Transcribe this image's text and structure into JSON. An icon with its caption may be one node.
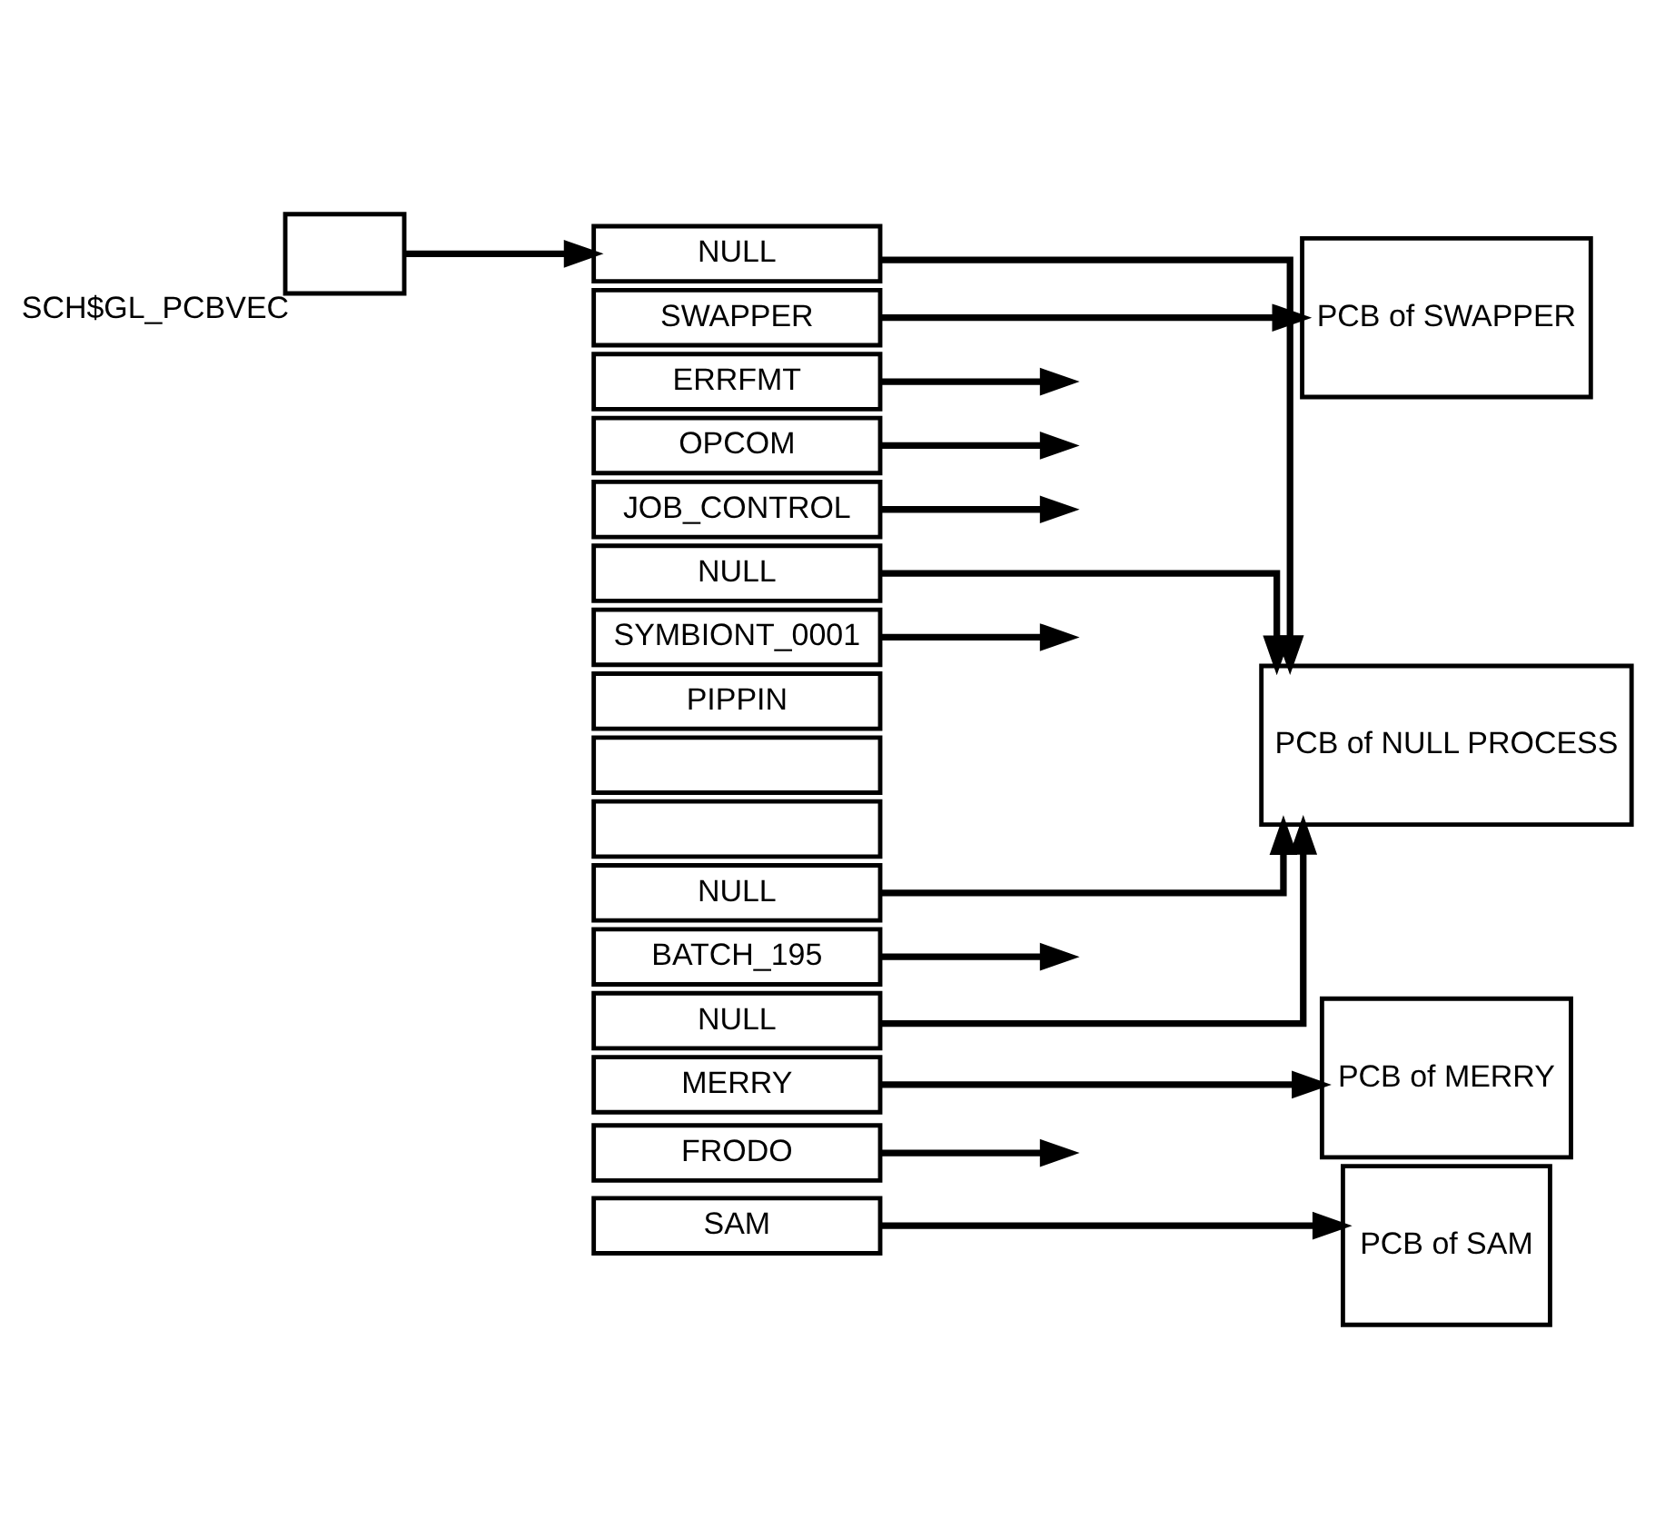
{
  "diagram": {
    "nodes": [
      {
        "text": [],
        "shape": "box",
        "beside": [
          "SCH$GL_PCBVEC"
        ]
      },
      {
        "text": [
          "NULL"
        ]
      },
      {
        "text": [
          "SWAPPER"
        ]
      },
      {
        "text": [
          "ERRFMT"
        ]
      },
      {
        "text": [
          "OPCOM"
        ]
      },
      {
        "text": [
          "JOB_CONTROL"
        ]
      },
      {
        "text": [
          "NULL"
        ]
      },
      {
        "text": [
          "SYMBIONT_0001"
        ]
      },
      {
        "text": [
          "PIPPIN"
        ]
      },
      {
        "text": [],
        "shape": "box"
      },
      {
        "text": [],
        "shape": "box"
      },
      {
        "text": [
          "NULL"
        ]
      },
      {
        "text": [
          "BATCH_195"
        ]
      },
      {
        "text": [
          "NULL"
        ]
      },
      {
        "text": [
          "MERRY"
        ]
      },
      {
        "text": [
          "FRODO"
        ]
      },
      {
        "text": [
          "SAM"
        ]
      },
      {
        "text": [
          "PCB of NULL PROCESS"
        ]
      },
      {
        "text": [
          "PCB of SWAPPER"
        ]
      },
      {
        "text": [
          "PCB of MERRY"
        ]
      },
      {
        "text": [
          "PCB of SAM"
        ]
      }
    ],
    "edges": [
      {
        "from": 0,
        "to": 1,
        "arrow": "to"
      },
      {
        "from": 1,
        "to": 17,
        "arrow": "to"
      },
      {
        "from": 2,
        "to": 18,
        "arrow": "to"
      },
      {
        "from": 3,
        "to": null,
        "arrow": "to"
      },
      {
        "from": 4,
        "to": null,
        "arrow": "to"
      },
      {
        "from": 5,
        "to": null,
        "arrow": "to"
      },
      {
        "from": 6,
        "to": 17,
        "arrow": "to"
      },
      {
        "from": 7,
        "to": null,
        "arrow": "to"
      },
      {
        "from": 11,
        "to": 17,
        "arrow": "to"
      },
      {
        "from": 12,
        "to": null,
        "arrow": "to"
      },
      {
        "from": 13,
        "to": 17,
        "arrow": "to"
      },
      {
        "from": 14,
        "to": 19,
        "arrow": "to"
      },
      {
        "from": 15,
        "to": null,
        "arrow": "to"
      },
      {
        "from": 16,
        "to": 20,
        "arrow": "to"
      }
    ]
  }
}
